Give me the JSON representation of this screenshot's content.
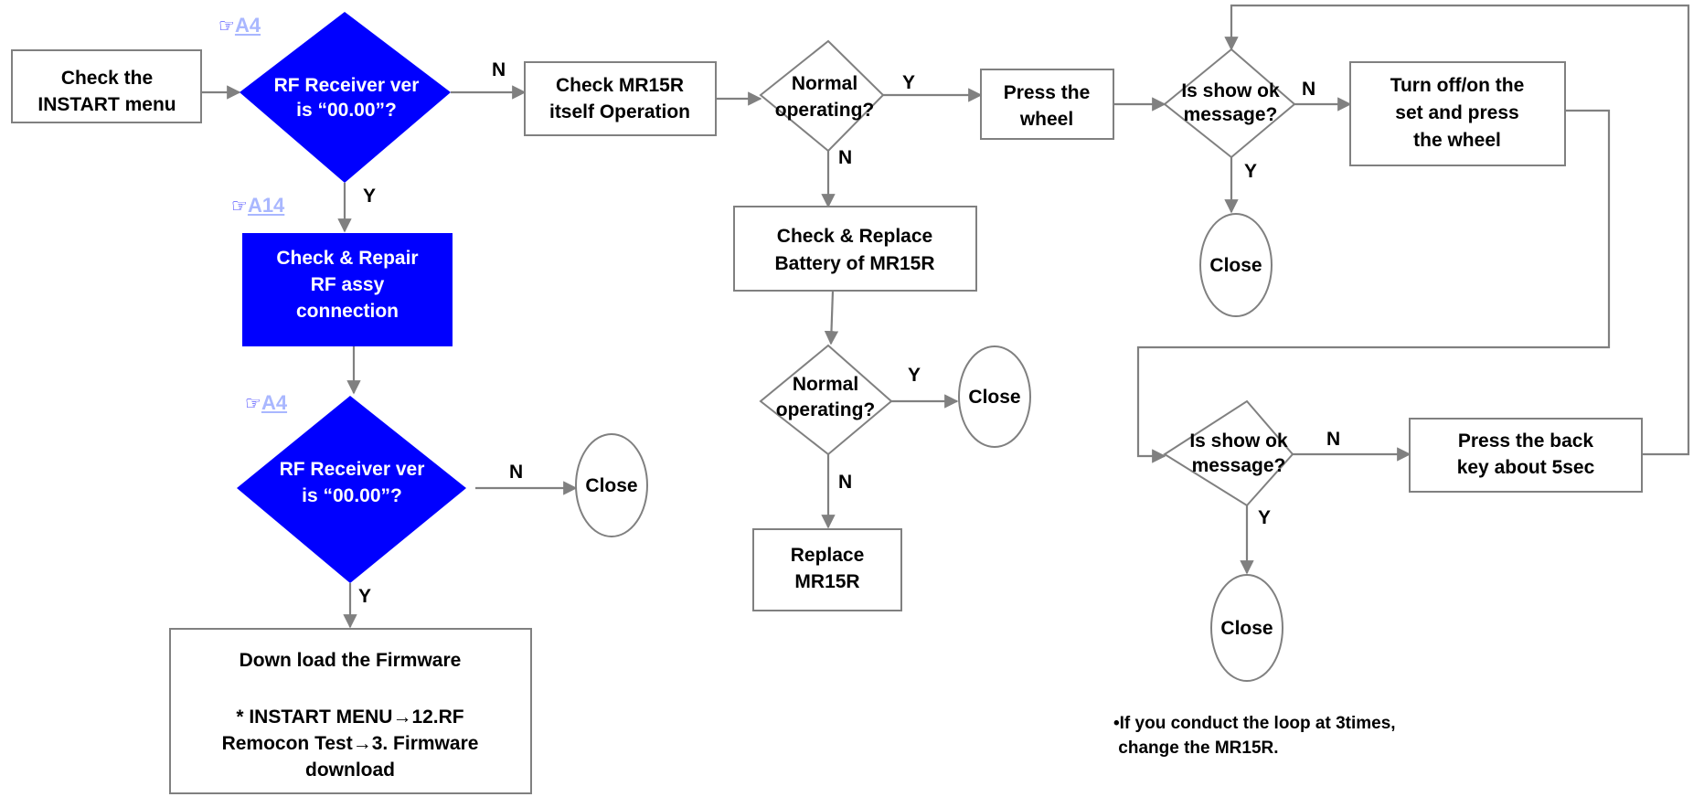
{
  "refs": {
    "ref1": {
      "icon": "☞",
      "link": "A4"
    },
    "ref2": {
      "icon": "☞",
      "link": "A14"
    },
    "ref3": {
      "icon": "☞",
      "link": "A4"
    }
  },
  "nodes": {
    "check_instart": {
      "line1": "Check the",
      "line2": "INSTART menu"
    },
    "rf_ver_1": {
      "line1": "RF Receiver ver",
      "line2": "is “00.00”?"
    },
    "check_repair_rf": {
      "line1": "Check & Repair",
      "line2": "RF assy",
      "line3": "connection"
    },
    "rf_ver_2": {
      "line1": "RF Receiver ver",
      "line2": "is “00.00”?"
    },
    "download_fw": {
      "line1": "Down load the Firmware",
      "line2": "* INSTART MENU→12.RF",
      "line3": "Remocon  Test→3. Firmware",
      "line4": "download"
    },
    "close_a": {
      "text": "Close"
    },
    "check_mr15r": {
      "line1": "Check MR15R",
      "line2": "itself Operation"
    },
    "normal_op_1": {
      "line1": "Normal",
      "line2": "operating?"
    },
    "check_battery": {
      "line1": "Check & Replace",
      "line2": "Battery of MR15R"
    },
    "normal_op_2": {
      "line1": "Normal",
      "line2": "operating?"
    },
    "close_b": {
      "text": "Close"
    },
    "replace_mr15r": {
      "line1": "Replace",
      "line2": "MR15R"
    },
    "press_wheel": {
      "line1": "Press the",
      "line2": "wheel"
    },
    "show_ok_1": {
      "line1": "Is show ok",
      "line2": "message?"
    },
    "turn_off_on": {
      "line1": "Turn off/on the",
      "line2": "set and press",
      "line3": "the wheel"
    },
    "close_c": {
      "text": "Close"
    },
    "show_ok_2": {
      "line1": "Is show ok",
      "line2": "message?"
    },
    "press_back": {
      "line1": "Press the back",
      "line2": "key about 5sec"
    },
    "close_d": {
      "text": "Close"
    }
  },
  "edge_labels": {
    "rf1_n": "N",
    "rf1_y": "Y",
    "rf2_n": "N",
    "rf2_y": "Y",
    "no1_y": "Y",
    "no1_n": "N",
    "no2_y": "Y",
    "no2_n": "N",
    "ok1_n": "N",
    "ok1_y": "Y",
    "ok2_n": "N",
    "ok2_y": "Y"
  },
  "note": {
    "line1": "•If you conduct the loop at 3times,",
    "line2": " change the MR15R."
  },
  "colors": {
    "decision_fill": "#0000ff",
    "decision_text": "#ffffff",
    "arrow": "#808080",
    "border": "#808080",
    "link": "#a9b7ff",
    "hand_icon": "#0000ff"
  }
}
